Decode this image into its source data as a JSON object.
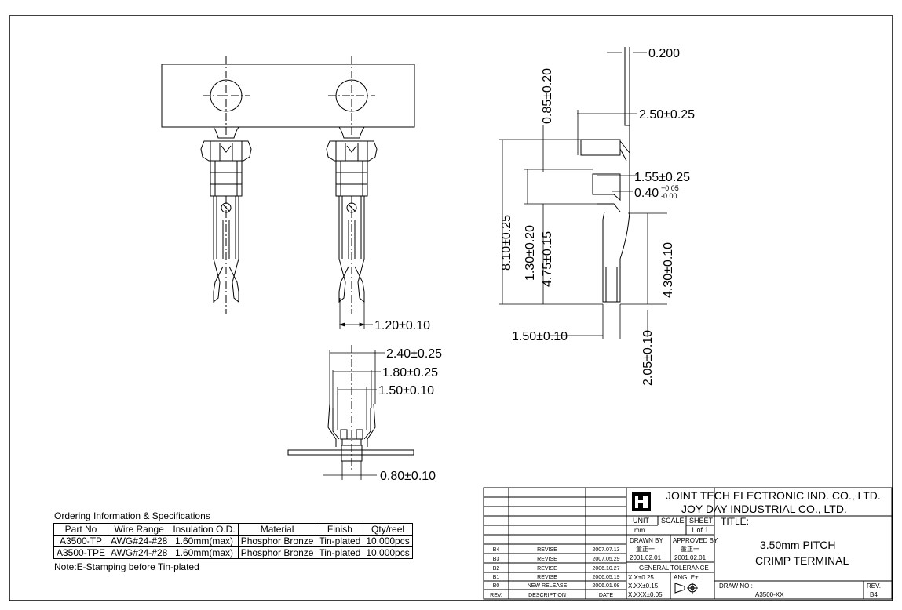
{
  "dimensions": {
    "thickness": "0.200",
    "tip_length": "0.85±0.20",
    "body_width": "2.50±0.25",
    "total_length": "8.10±0.25",
    "insul_crimp_length": "1.30±0.20",
    "wire_crimp_length": "4.75±0.15",
    "step_height": "1.55±0.25",
    "slot_width": "0.40",
    "slot_tol_plus": "+0.05",
    "slot_tol_minus": "-0.00",
    "contact_length": "4.30±0.10",
    "lance_width": "1.50±0.10",
    "lance_offset": "2.05±0.10",
    "tip_width": "1.20±0.10",
    "barrel_width_outer": "2.40±0.25",
    "barrel_width_mid": "1.80±0.25",
    "barrel_width_inner": "1.50±0.10",
    "carrier_cut": "0.80±0.10"
  },
  "ordering": {
    "title": "Ordering Information & Specifications",
    "headers": [
      "Part No",
      "Wire Range",
      "Insulation O.D.",
      "Material",
      "Finish",
      "Qty/reel"
    ],
    "rows": [
      [
        "A3500-TP",
        "AWG#24-#28",
        "1.60mm(max)",
        "Phosphor Bronze",
        "Tin-plated",
        "10,000pcs"
      ],
      [
        "A3500-TPE",
        "AWG#24-#28",
        "1.60mm(max)",
        "Phosphor Bronze",
        "Tin-plated",
        "10,000pcs"
      ]
    ],
    "note": "Note:E-Stamping before Tin-plated"
  },
  "title_block": {
    "company_line1": "JOINT TECH ELECTRONIC IND. CO., LTD.",
    "company_line2": "JOY DAY INDUSTRIAL CO., LTD.",
    "unit_label": "UNIT",
    "unit_value": "mm",
    "scale_label": "SCALE",
    "sheet_label": "SHEET",
    "sheet_value": "1 of 1",
    "title_label": "TITLE:",
    "title_line1": "3.50mm PITCH",
    "title_line2": "CRIMP TERMINAL",
    "drawn_by_label": "DRAWN BY",
    "drawn_by_name": "董正一",
    "drawn_by_date": "2001.02.01",
    "approved_by_label": "APPROVED BY",
    "approved_by_name": "董正一",
    "approved_by_date": "2001.02.01",
    "tolerance_label": "GENERAL TOLERANCE",
    "tol_1": "X.X±0.25",
    "tol_2": "X.XX±0.15",
    "tol_3": "X.XXX±0.05",
    "angle_label": "ANGLE±",
    "draw_no_label": "DRAW NO.:",
    "draw_no_value": "A3500-XX",
    "rev_label": "REV.",
    "rev_value": "B4",
    "revisions": [
      {
        "rev": "B4",
        "desc": "REVISE",
        "date": "2007.07.13"
      },
      {
        "rev": "B3",
        "desc": "REVISE",
        "date": "2007.05.29"
      },
      {
        "rev": "B2",
        "desc": "REVISE",
        "date": "2006.10.27"
      },
      {
        "rev": "B1",
        "desc": "REVISE",
        "date": "2006.05.19"
      },
      {
        "rev": "B0",
        "desc": "NEW RELEASE",
        "date": "2006.01.08"
      }
    ],
    "rev_header": "REV.",
    "desc_header": "DESCRIPTION",
    "date_header": "DATE"
  }
}
